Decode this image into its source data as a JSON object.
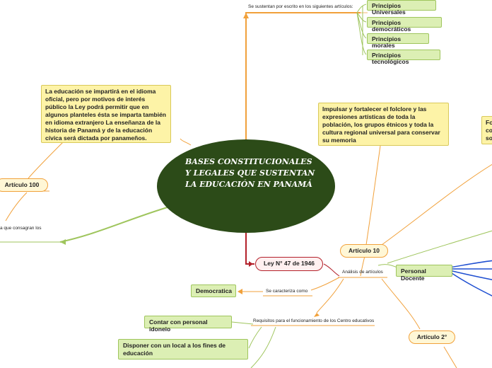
{
  "central": {
    "title": "BASES CONSTITUCIONALES Y LEGALES QUE SUSTENTAN LA EDUCACIÓN EN PANAMÁ"
  },
  "top": {
    "caption": "Se sustentan por escrito en los siguientes artículos:",
    "items": [
      "Principios Universales",
      "Principios democráticos",
      "Principios morales",
      "Principios tecnológicos"
    ]
  },
  "idioma": {
    "text": "La educación se impartirá en el idioma oficial, pero por motivos de interés público la Ley podrá permitir que en algunos planteles ésta se imparta también en idioma extranjero La enseñanza de la historia de Panamá y de la educación cívica será dictada por panameños."
  },
  "articulo100": {
    "label": "Artículo 100"
  },
  "left_caption": {
    "text": "a que consagran los"
  },
  "folclore": {
    "text": "Impulsar y fortalecer el folclore y las expresiones artísticas de toda la población, los grupos étnicos y toda la cultura regional universal para conservar su memoria"
  },
  "right_partial": {
    "text": "Fo\ncon\nsoc"
  },
  "articulo10": {
    "label": "Artículo 10"
  },
  "ley": {
    "label": "Ley N° 47 de 1946"
  },
  "analisis": {
    "caption": "Análisis de artículos"
  },
  "personal_docente": {
    "label": "Personal Docente"
  },
  "democratica": {
    "label": "Democratica",
    "caption": "Se caracteriza como"
  },
  "requisitos": {
    "caption": "Requisitos para el funcionamiento de los Centro educativos"
  },
  "personal_idoneo": {
    "label": "Contar con personal idoneio"
  },
  "local": {
    "label": "Disponer con un local a los fines de educación"
  },
  "articulo2": {
    "label": "Artículo 2°"
  },
  "colors": {
    "orange": "#f1a13b",
    "green": "#9fc55d",
    "red": "#b3202a",
    "blue": "#1f4fd1",
    "central": "#2c4b18"
  }
}
